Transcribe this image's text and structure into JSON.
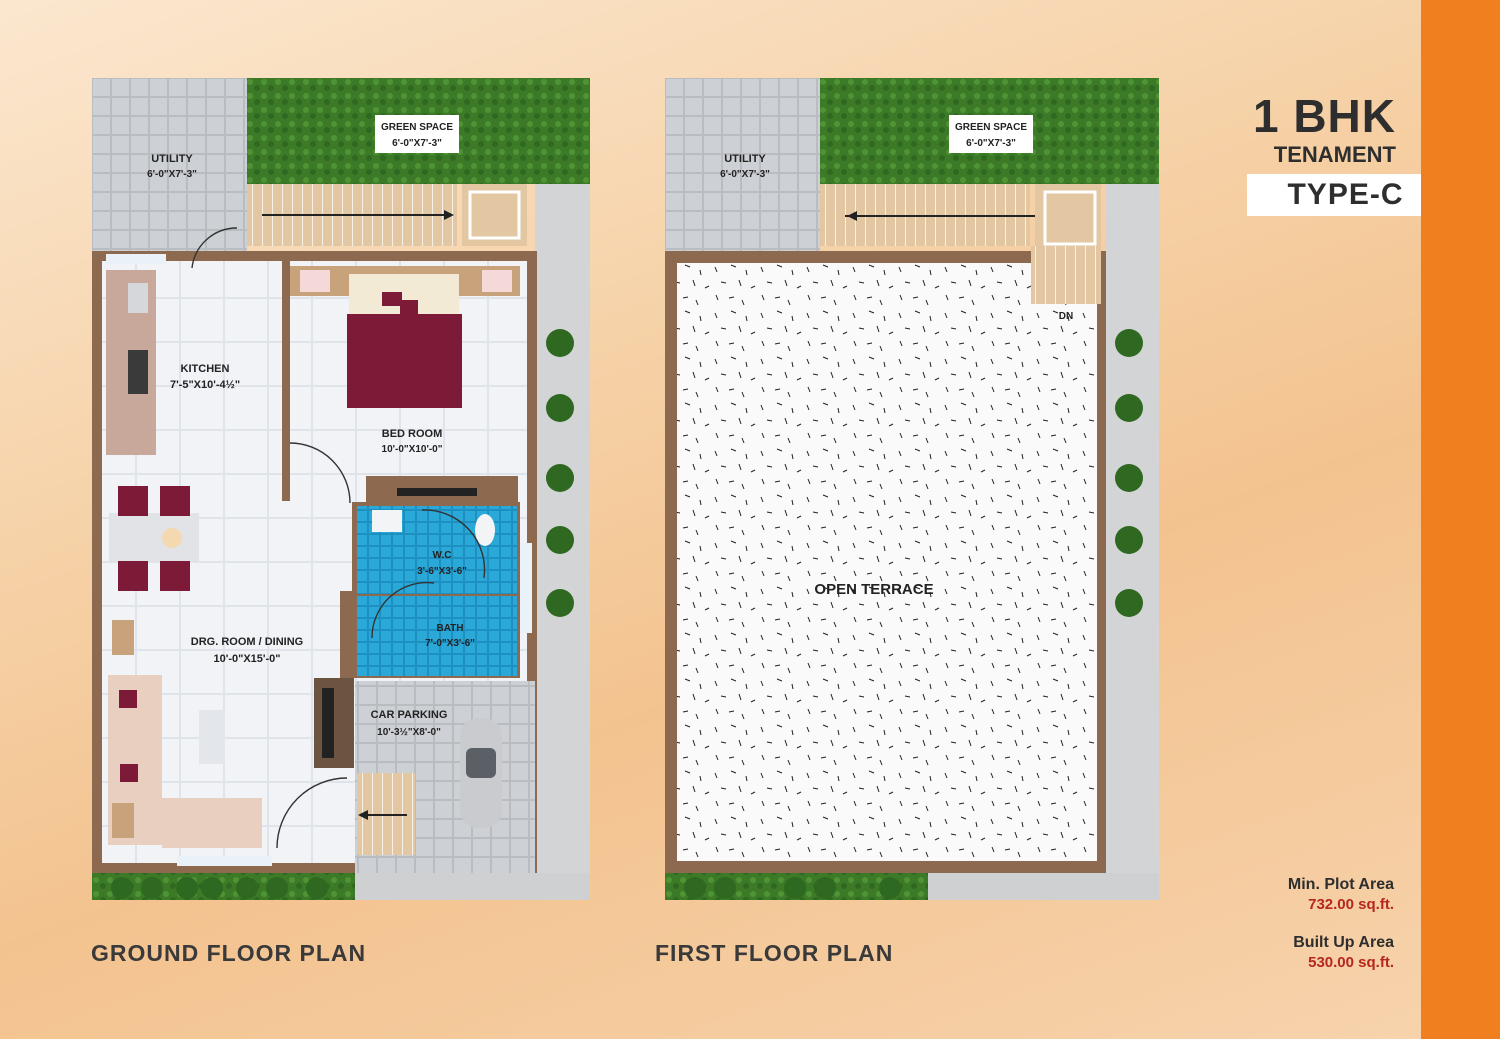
{
  "title": {
    "line1": "1 BHK",
    "line2": "TENAMENT",
    "type": "TYPE-C"
  },
  "captions": {
    "ground": "GROUND FLOOR PLAN",
    "first": "FIRST FLOOR PLAN"
  },
  "areas": {
    "plot_label": "Min. Plot Area",
    "plot_value": "732.00 sq.ft.",
    "built_label": "Built Up Area",
    "built_value": "530.00 sq.ft."
  },
  "ground": {
    "utility": {
      "name": "UTILITY",
      "dim": "6'-0\"X7'-3\""
    },
    "green": {
      "name": "GREEN SPACE",
      "dim": "6'-0\"X7'-3\""
    },
    "kitchen": {
      "name": "KITCHEN",
      "dim": "7'-5\"X10'-4½\""
    },
    "bed": {
      "name": "BED ROOM",
      "dim": "10'-0\"X10'-0\""
    },
    "wc": {
      "name": "W.C",
      "dim": "3'-6\"X3'-6\""
    },
    "bath": {
      "name": "BATH",
      "dim": "7'-0\"X3'-6\""
    },
    "drg": {
      "name": "DRG. ROOM / DINING",
      "dim": "10'-0\"X15'-0\""
    },
    "parking": {
      "name": "CAR PARKING",
      "dim": "10'-3½\"X8'-0\""
    }
  },
  "first": {
    "utility": {
      "name": "UTILITY",
      "dim": "6'-0\"X7'-3\""
    },
    "green": {
      "name": "GREEN SPACE",
      "dim": "6'-0\"X7'-3\""
    },
    "terrace": "OPEN TERRACE",
    "dn": "DN"
  },
  "colors": {
    "accent": "#f07f1f",
    "wall": "#8d6a4f",
    "grass": "#3f7f2a",
    "tile": "#eef0f4",
    "wet": "#2aa5d4",
    "value": "#b5271e"
  }
}
